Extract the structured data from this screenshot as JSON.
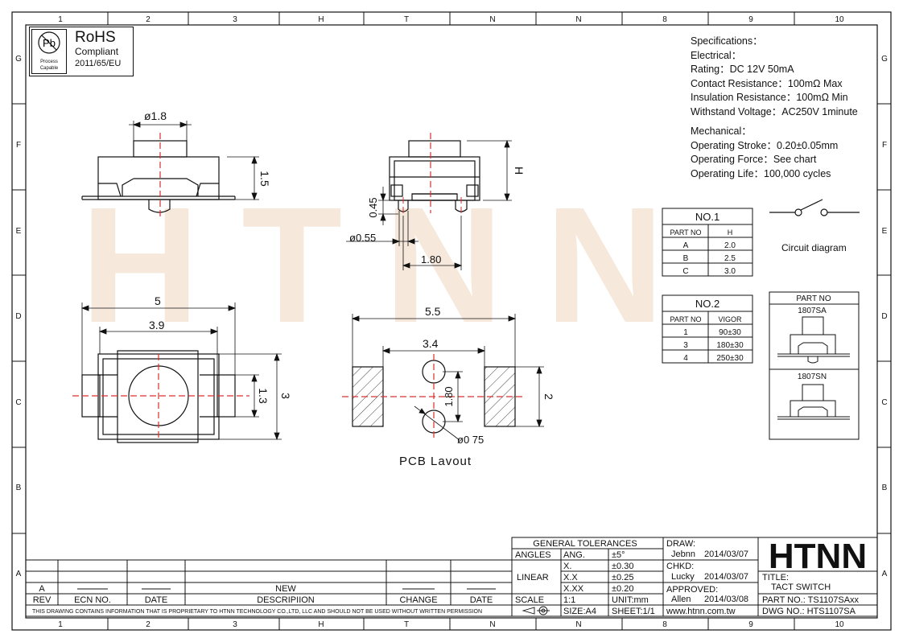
{
  "frame": {
    "col_labels": [
      "1",
      "2",
      "3",
      "H",
      "T",
      "N",
      "N",
      "8",
      "9",
      "10"
    ],
    "row_labels": [
      "G",
      "F",
      "E",
      "D",
      "C",
      "B",
      "A"
    ]
  },
  "rohs": {
    "badge_symbol": "Pb",
    "badge_line1": "Process",
    "badge_line2": "Capable",
    "title": "RoHS",
    "line2": "Compliant",
    "line3": "2011/65/EU"
  },
  "specs": {
    "lines": [
      "Specifications：",
      "Electrical：",
      "Rating：DC 12V 50mA",
      "Contact Resistance：100mΩ Max",
      "Insulation Resistance：100mΩ Min",
      "Withstand Voltage：AC250V 1minute",
      "",
      "Mechanical：",
      "Operating Stroke：0.20±0.05mm",
      "Operating Force：See chart",
      "Operating Life：100,000 cycles"
    ]
  },
  "dims": {
    "d18": "ø1.8",
    "h15": "1.5",
    "H": "H",
    "d045": "0.45",
    "d055": "ø0.55",
    "d180": "1.80",
    "d5": "5",
    "d39": "3.9",
    "d13": "1.3",
    "d3": "3",
    "d55": "5.5",
    "d34": "3.4",
    "d180v": "1.80",
    "d2": "2",
    "d075": "ø0 75",
    "pcb_label": "PCB Lavout"
  },
  "table1": {
    "title": "NO.1",
    "headers": [
      "PART NO",
      "H"
    ],
    "rows": [
      [
        "A",
        "2.0"
      ],
      [
        "B",
        "2.5"
      ],
      [
        "C",
        "3.0"
      ]
    ]
  },
  "table2": {
    "title": "NO.2",
    "headers": [
      "PART NO",
      "VIGOR"
    ],
    "rows": [
      [
        "1",
        "90±30"
      ],
      [
        "3",
        "180±30"
      ],
      [
        "4",
        "250±30"
      ]
    ]
  },
  "circuit_label": "Circuit diagram",
  "partbox": {
    "header": "PART NO",
    "p1": "1807SA",
    "p2": "1807SN"
  },
  "watermark": "HTNN",
  "tolerances": {
    "title": "GENERAL TOLERANCES",
    "angles": "ANGLES",
    "ang": "ANG.",
    "ang_val": "±5°",
    "linear": "LINEAR",
    "rows": [
      [
        "X.",
        "±0.30"
      ],
      [
        "X.X",
        "±0.25"
      ],
      [
        "X.XX",
        "±0.20"
      ]
    ],
    "scale": "SCALE",
    "scale_val": "1:1",
    "unit": "UNIT:mm",
    "size": "SIZE:A4",
    "sheet": "SHEET:1/1"
  },
  "approvals": {
    "draw": "DRAW:",
    "draw_name": "Jebnn",
    "draw_date": "2014/03/07",
    "chkd": "CHKD:",
    "chkd_name": "Lucky",
    "chkd_date": "2014/03/07",
    "approved": "APPROVED:",
    "appr_name": "Allen",
    "appr_date": "2014/03/08",
    "website": "www.htnn.com.tw"
  },
  "titleblock": {
    "brand": "HTNN",
    "title_label": "TITLE:",
    "title": "TACT SWITCH",
    "part_no": "PART NO.: TS1107SAxx",
    "dwg_no": "DWG NO.: HTS1107SA"
  },
  "revblock": {
    "rev_value": "A",
    "new": "NEW",
    "headers": [
      "REV",
      "ECN NO.",
      "DATE",
      "DESCRIPIION",
      "CHANGE",
      "DATE"
    ],
    "disclaimer": "THIS DRAWING CONTAINS INFORMATION THAT IS PROPRIETARY TO HTNN TECHNOLOGY CO.,LTD, LLC AND SHOULD NOT BE USED WITHOUT WRITTEN PERMISSION"
  }
}
